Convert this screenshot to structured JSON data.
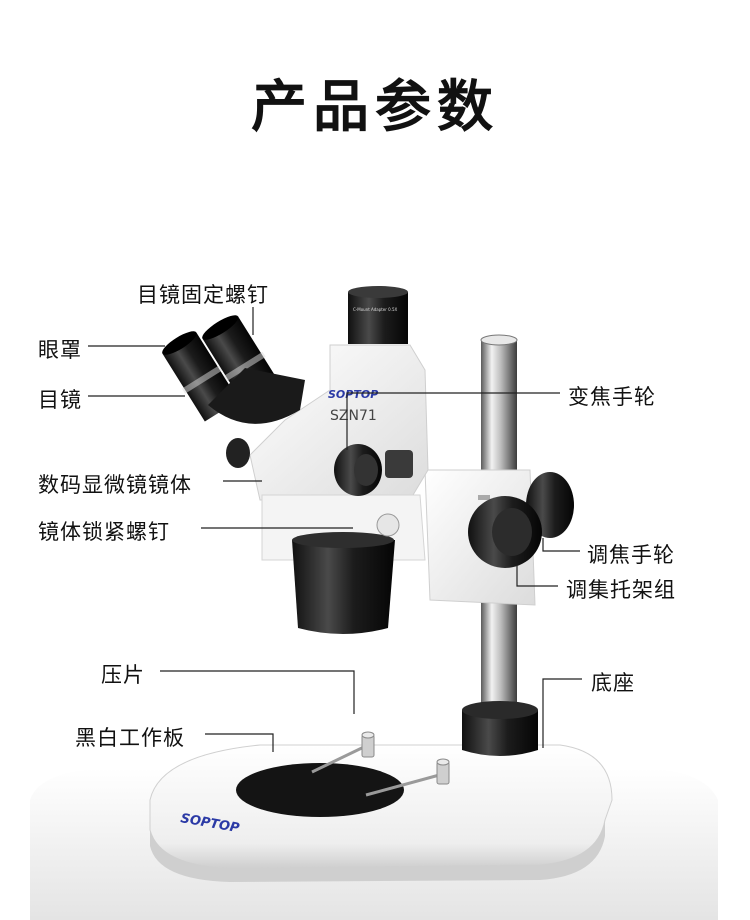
{
  "title": "产品参数",
  "brand": "SOPTOP",
  "model": "SZN71",
  "adapter_text": "C-Mount Adapter 0.5X",
  "labels": {
    "eyepiece_screw": "目镜固定螺钉",
    "eyecup": "眼罩",
    "eyepiece": "目镜",
    "zoom_knob": "变焦手轮",
    "digital_body": "数码显微镜镜体",
    "body_lock_screw": "镜体锁紧螺钉",
    "focus_knob": "调焦手轮",
    "focus_bracket": "调集托架组",
    "clip": "压片",
    "base": "底座",
    "plate": "黑白工作板"
  }
}
